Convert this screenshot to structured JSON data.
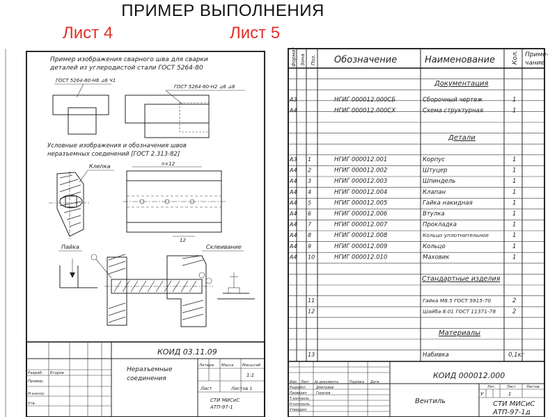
{
  "header": {
    "title": "ПРИМЕР ВЫПОЛНЕНИЯ",
    "sheet4": "Лист 4",
    "sheet5": "Лист 5"
  },
  "sheet4": {
    "note1_line1": "Пример изображения сварного шва для сварки",
    "note1_line2": "деталей из углеродистой стали ГОСТ 5264-80",
    "weld_ref1": "ГОСТ 5264-80-Н8 ⊿6 Ч1",
    "weld_ref2": "ГОСТ 5264-80-Н2 ⊿6 ⊿8",
    "note2_line1": "Условные изображения и обозначения швов",
    "note2_line2": "неразъемных соединений [ГОСТ 2.313-82]",
    "label_rivet": "Клепка",
    "label_solder": "Пайка",
    "label_glue": "Склеивание",
    "dim_n12": "n×12",
    "dim_12": "12",
    "doc_code": "КОИД 03.11.09",
    "doc_name_line1": "Неразъемные",
    "doc_name_line2": "соединения",
    "stamp_lit": "Литера",
    "stamp_mass": "Масса",
    "stamp_scale": "Масштаб",
    "stamp_scale_val": "1:1",
    "stamp_sheet": "Лист",
    "stamp_sheets": "Листов 1",
    "stamp_org_line1": "СТИ МИСиС",
    "stamp_org_line2": "АТП-97-1",
    "role_developer": "Разраб.",
    "role_checker": "Провер.",
    "role_tcontrol": "Н.контр.",
    "role_approved": "Утв.",
    "dev_name": "Егоров"
  },
  "sheet5": {
    "headers": {
      "format": "Формат",
      "zone": "Зона",
      "pos": "Поз.",
      "designation": "Обозначение",
      "name": "Наименование",
      "qty": "Кол.",
      "note_line1": "Приме-",
      "note_line2": "чание"
    },
    "sections": {
      "docs": "Документация",
      "parts": "Детали",
      "standard": "Стандартные изделия",
      "materials": "Материалы"
    },
    "docs_rows": [
      {
        "format": "А3",
        "pos": "",
        "designation": "НГИГ 000012.000СБ",
        "name": "Сборочный чертеж",
        "qty": "1"
      },
      {
        "format": "А4",
        "pos": "",
        "designation": "НГИГ 000012.000СХ",
        "name": "Схема структурная",
        "qty": "1"
      }
    ],
    "parts_rows": [
      {
        "format": "А3",
        "pos": "1",
        "designation": "НГИГ 000012.001",
        "name": "Корпус",
        "qty": "1"
      },
      {
        "format": "А4",
        "pos": "2",
        "designation": "НГИГ 000012.002",
        "name": "Штуцер",
        "qty": "1"
      },
      {
        "format": "А4",
        "pos": "3",
        "designation": "НГИГ 000012.003",
        "name": "Шпиндель",
        "qty": "1"
      },
      {
        "format": "А4",
        "pos": "4",
        "designation": "НГИГ 000012.004",
        "name": "Клапан",
        "qty": "1"
      },
      {
        "format": "А4",
        "pos": "5",
        "designation": "НГИГ 000012.005",
        "name": "Гайка накидная",
        "qty": "1"
      },
      {
        "format": "А4",
        "pos": "6",
        "designation": "НГИГ 000012.006",
        "name": "Втулка",
        "qty": "1"
      },
      {
        "format": "А4",
        "pos": "7",
        "designation": "НГИГ 000012.007",
        "name": "Прокладка",
        "qty": "1"
      },
      {
        "format": "А4",
        "pos": "8",
        "designation": "НГИГ 000012.008",
        "name": "Кольцо уплотнительное",
        "qty": "1"
      },
      {
        "format": "А4",
        "pos": "9",
        "designation": "НГИГ 000012.009",
        "name": "Кольцо",
        "qty": "1"
      },
      {
        "format": "А4",
        "pos": "10",
        "designation": "НГИГ 000012.010",
        "name": "Маховик",
        "qty": "1"
      }
    ],
    "standard_rows": [
      {
        "format": "",
        "pos": "11",
        "designation": "",
        "name": "Гайка М8.5 ГОСТ 5915-70",
        "qty": "2"
      },
      {
        "format": "",
        "pos": "12",
        "designation": "",
        "name": "Шайба 8.01 ГОСТ 11371-78",
        "qty": "2"
      }
    ],
    "material_rows": [
      {
        "format": "",
        "pos": "13",
        "designation": "",
        "name": "Набивка",
        "qty": "0,1кг"
      }
    ],
    "stamp": {
      "code": "КОИД 000012.000",
      "product": "Вентиль",
      "col_change": "Изм.",
      "col_sheet": "Лист",
      "col_doc": "№ документа",
      "col_sign": "Подпись",
      "col_date": "Дата",
      "role_dev": "Разработ.",
      "role_check": "Проверил",
      "role_tcontrol": "Т.контроль",
      "role_ncontrol": "Н.контроль",
      "role_approved": "Утвердил",
      "name_dev": "Дмитриев",
      "name_check": "Горелов",
      "lit": "Лит.",
      "sheet": "Лист",
      "sheets": "Листов",
      "lit_val": "У",
      "sheet_val": "1",
      "org_line1": "СТИ МИСиС",
      "org_line2": "АТП-97-1д"
    }
  }
}
